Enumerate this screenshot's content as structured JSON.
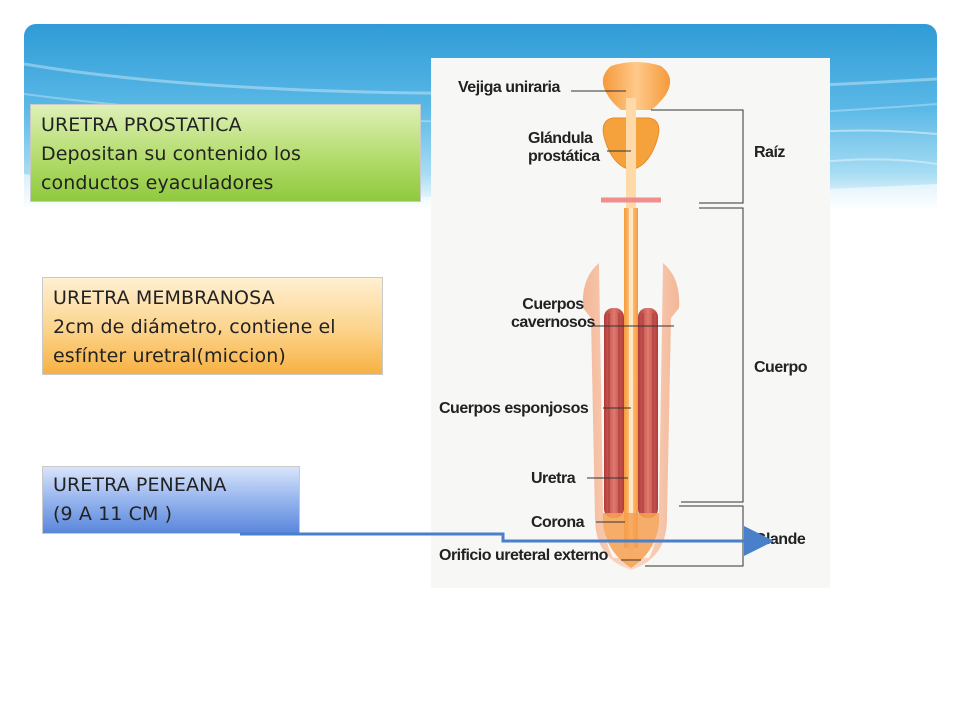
{
  "boxes": {
    "prostatica": {
      "line1": "URETRA PROSTATICA",
      "line2": "Depositan su contenido los",
      "line3": "conductos eyaculadores"
    },
    "membranosa": {
      "line1": "URETRA MEMBRANOSA",
      "line2": "2cm de diámetro, contiene el",
      "line3": "esfínter uretral(miccion)"
    },
    "peneana": {
      "line1": "URETRA PENEANA",
      "line2": "(9 A 11 CM )"
    }
  },
  "diagram": {
    "labels": {
      "vejiga": "Vejiga uniraria",
      "glandula_1": "Glándula",
      "glandula_2": "prostática",
      "cavernosos_1": "Cuerpos",
      "cavernosos_2": "cavernosos",
      "esponjosos": "Cuerpos esponjosos",
      "uretra": "Uretra",
      "corona": "Corona",
      "orificio": "Orificio ureteral externo",
      "raiz": "Raíz",
      "cuerpo": "Cuerpo",
      "glande": "Glande"
    }
  },
  "colors": {
    "header_blue": "#2f9bd6",
    "box_green": "#9bd14a",
    "box_orange": "#f9be55",
    "box_blue": "#6a93e0",
    "arrow": "#4a7fc9"
  }
}
